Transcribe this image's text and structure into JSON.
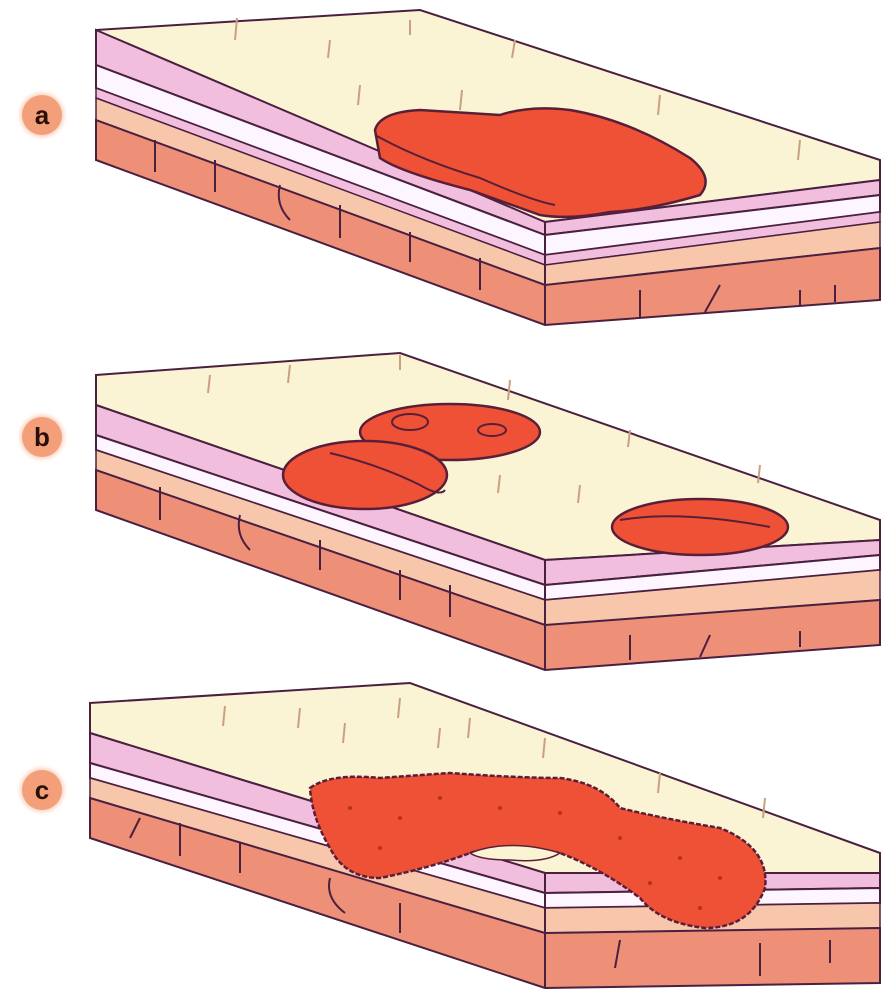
{
  "panels": [
    {
      "label": "a"
    },
    {
      "label": "b"
    },
    {
      "label": "c"
    }
  ],
  "colors": {
    "surface": "#fbf4d4",
    "pink_layer": "#f2bede",
    "white_layer": "#fdf5ff",
    "peach_layer": "#f7c6ab",
    "cell_layer": "#ee8f78",
    "lesion": "#ef5136",
    "outline": "#5a1f38"
  }
}
